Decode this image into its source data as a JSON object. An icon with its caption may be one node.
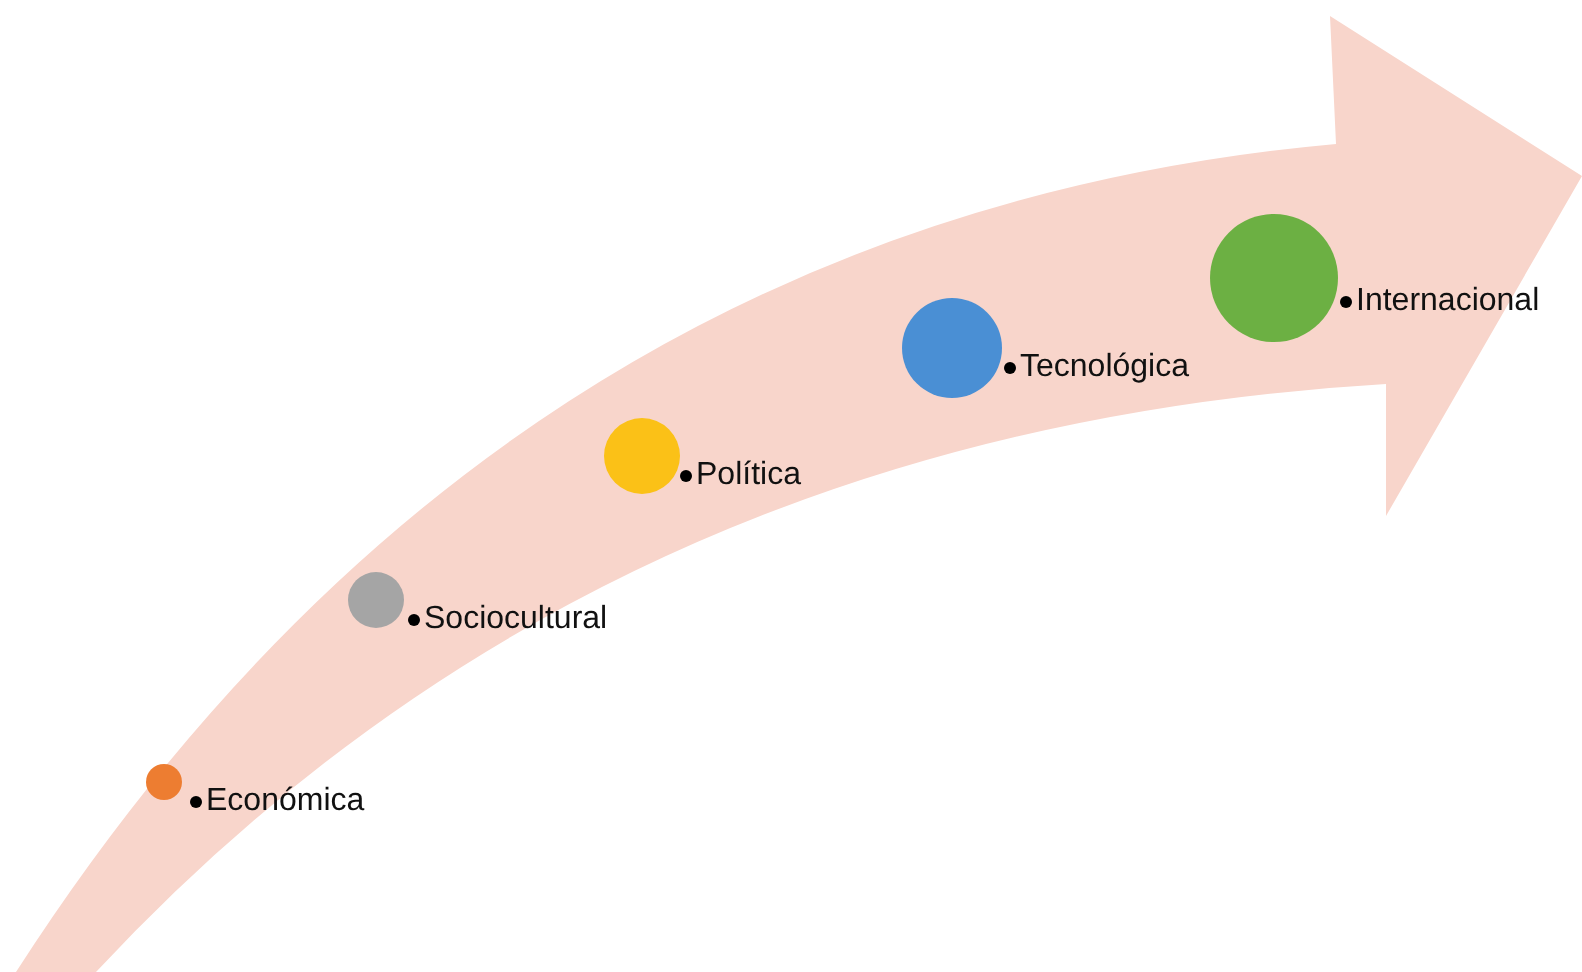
{
  "diagram": {
    "nodes": [
      {
        "text": [],
        "shape": "circle",
        "beside": [
          "Económica"
        ]
      },
      {
        "text": [],
        "shape": "circle",
        "beside": [
          "Sociocultural"
        ]
      },
      {
        "text": [],
        "shape": "circle",
        "beside": [
          "Política"
        ]
      },
      {
        "text": [],
        "shape": "circle",
        "beside": [
          "Tecnológica"
        ]
      },
      {
        "text": [],
        "shape": "circle",
        "beside": [
          "Internacional"
        ]
      }
    ]
  }
}
